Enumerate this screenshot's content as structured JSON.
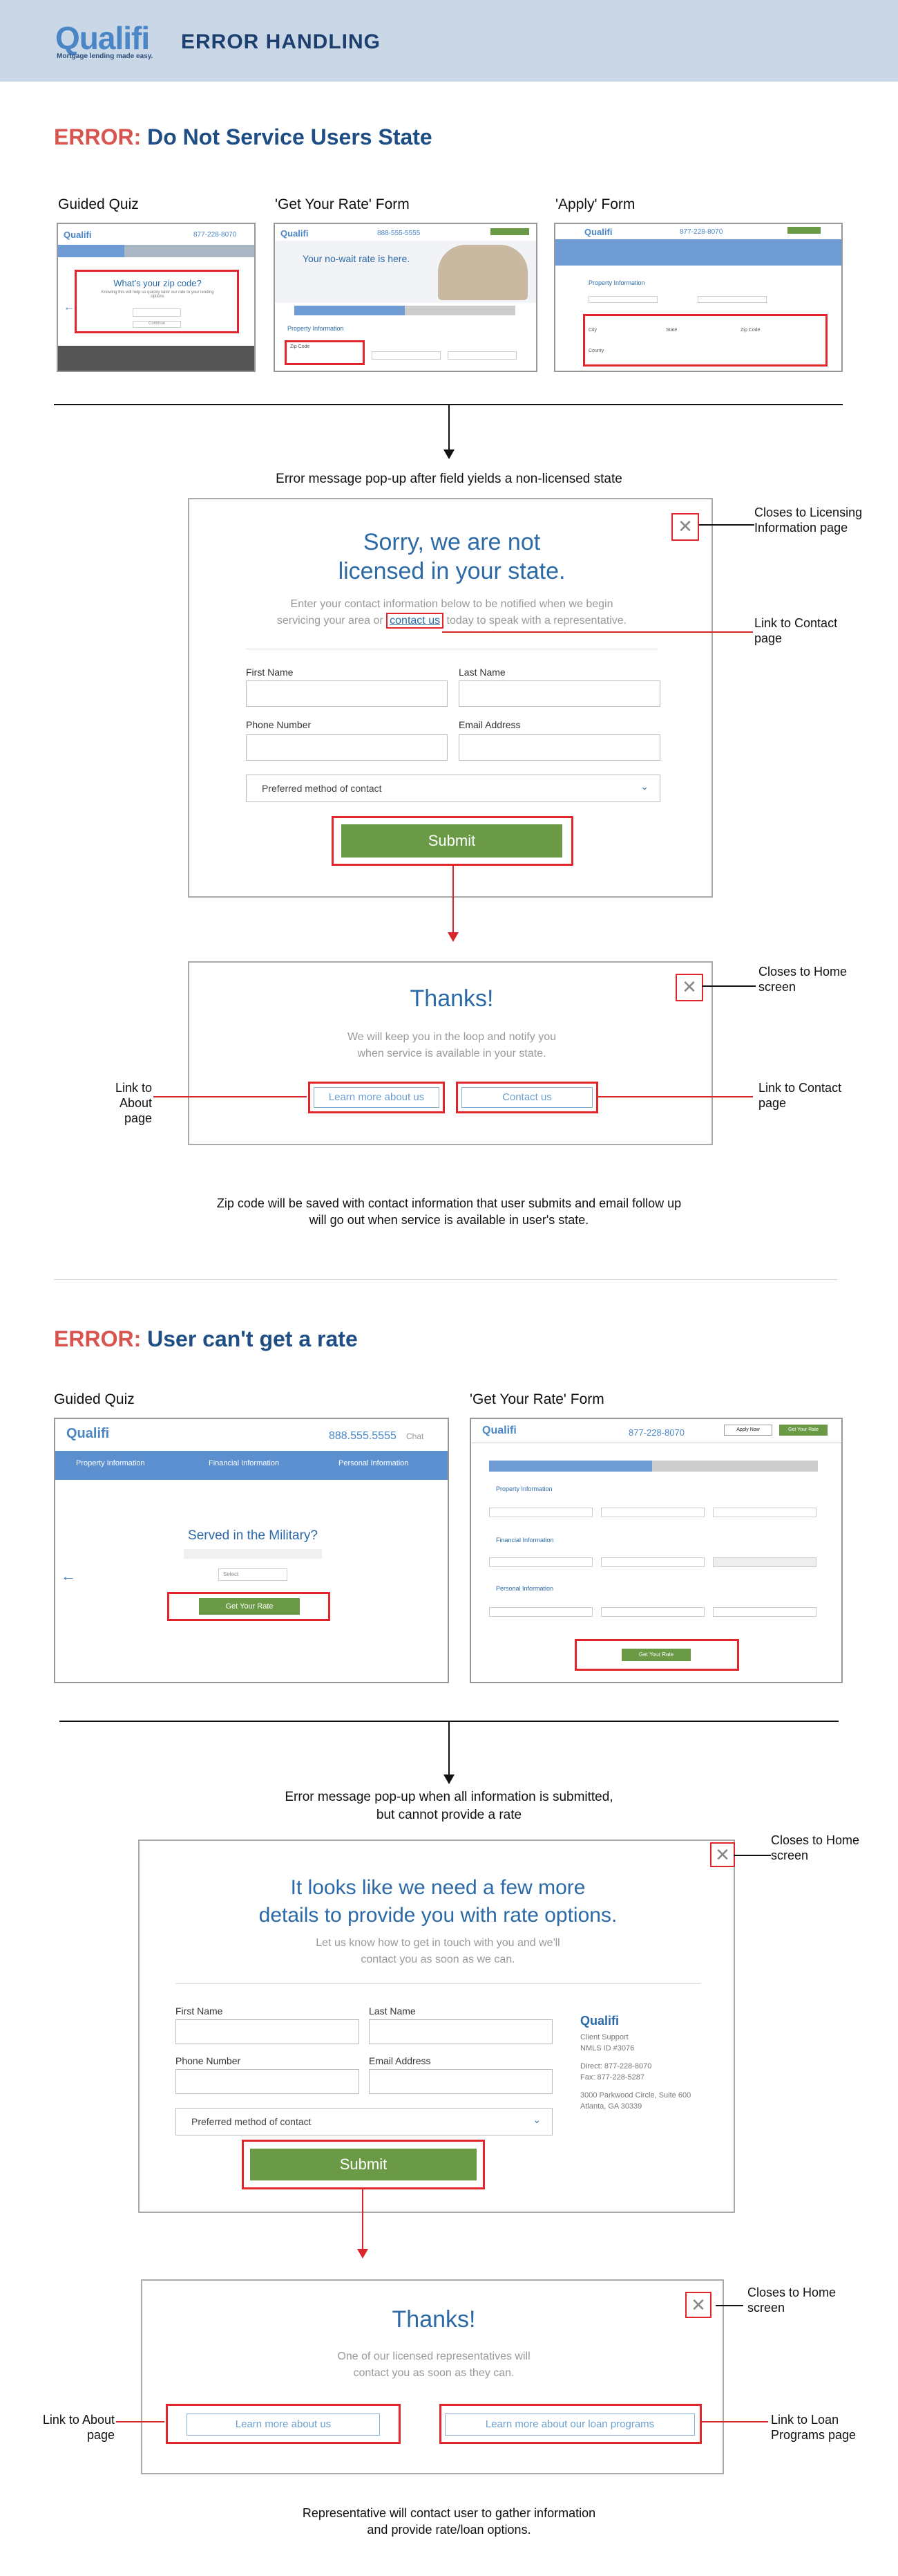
{
  "header": {
    "logo": "Qualifi",
    "tagline": "Mortgage lending made easy.",
    "title": "ERROR HANDLING"
  },
  "section1": {
    "title_prefix": "ERROR:",
    "title": "Do Not Service Users State",
    "thumbs": [
      {
        "caption": "Guided Quiz",
        "phone": "877-228-8070",
        "question": "What's your zip code?",
        "question_sub": "Knowing this will help us quickly tailor our rate to your lending options",
        "cta": "Continue"
      },
      {
        "caption": "'Get Your Rate' Form",
        "phone": "888-555-5555",
        "headline": "Your no-wait rate is here.",
        "section": "Property Information",
        "field": "Zip Code"
      },
      {
        "caption": "'Apply' Form",
        "phone": "877-228-8070",
        "section": "Property Information",
        "fields": [
          "City",
          "State",
          "Zip Code",
          "County"
        ]
      }
    ],
    "flow_caption": "Error message pop-up after field yields a non-licensed state",
    "modal1": {
      "title_line1": "Sorry, we are not",
      "title_line2": "licensed in your state.",
      "sub_before": "Enter your contact information below to be notified when we begin",
      "sub_line2_before": "servicing your area or",
      "sub_link": "contact us",
      "sub_line2_after": "today to speak with a representative.",
      "first_name": "First Name",
      "last_name": "Last Name",
      "phone": "Phone Number",
      "email": "Email Address",
      "preferred": "Preferred method of contact",
      "submit": "Submit"
    },
    "modal1_notes": {
      "close": "Closes to Licensing Information page",
      "link": "Link to Contact page"
    },
    "modal2": {
      "title": "Thanks!",
      "sub_line1": "We will keep you in the loop and notify you",
      "sub_line2": "when service is available in your state.",
      "btn_about": "Learn more about us",
      "btn_contact": "Contact us"
    },
    "modal2_notes": {
      "close": "Closes to Home screen",
      "about": "Link to About page",
      "contact": "Link to Contact page"
    },
    "footer_note": "Zip code will be saved with contact information that user submits and email follow up will go out when service is available in user's state."
  },
  "section2": {
    "title_prefix": "ERROR:",
    "title": "User can't get a rate",
    "thumbs": [
      {
        "caption": "Guided Quiz",
        "phone": "888.555.5555",
        "chat": "Chat",
        "tabs": [
          "Property Information",
          "Financial Information",
          "Personal Information"
        ],
        "question": "Served in the Military?",
        "cta": "Get Your Rate",
        "select": "Select"
      },
      {
        "caption": "'Get Your Rate' Form",
        "phone": "877-228-8070",
        "apply": "Apply Now",
        "get_rate": "Get Your Rate",
        "sections": [
          "Property Information",
          "Financial Information",
          "Personal Information"
        ],
        "cta": "Get Your Rate"
      }
    ],
    "flow_caption_line1": "Error message pop-up when all information is submitted,",
    "flow_caption_line2": "but cannot provide a rate",
    "modal1": {
      "title_line1": "It looks like we need a few more",
      "title_line2": "details to provide you with rate options.",
      "sub_line1": "Let us know how to get in touch with you and we'll",
      "sub_line2": "contact you as soon as we can.",
      "first_name": "First Name",
      "last_name": "Last Name",
      "phone": "Phone Number",
      "email": "Email Address",
      "preferred": "Preferred method of contact",
      "submit": "Submit",
      "company": "Qualifi",
      "support": "Client Support",
      "nmls": "NMLS ID #3076",
      "direct": "Direct: 877-228-8070",
      "fax": "Fax: 877-228-5287",
      "addr1": "3000 Parkwood Circle, Suite 600",
      "addr2": "Atlanta, GA 30339"
    },
    "modal1_notes": {
      "close": "Closes to Home screen"
    },
    "modal2": {
      "title": "Thanks!",
      "sub_line1": "One of our licensed representatives will",
      "sub_line2": "contact you as soon as they can.",
      "btn_about": "Learn more about us",
      "btn_programs": "Learn more about our loan programs"
    },
    "modal2_notes": {
      "close": "Closes to Home screen",
      "about": "Link to About page",
      "programs": "Link to Loan Programs page"
    },
    "footer_line1": "Representative will contact user to gather information",
    "footer_line2": "and provide rate/loan options."
  }
}
